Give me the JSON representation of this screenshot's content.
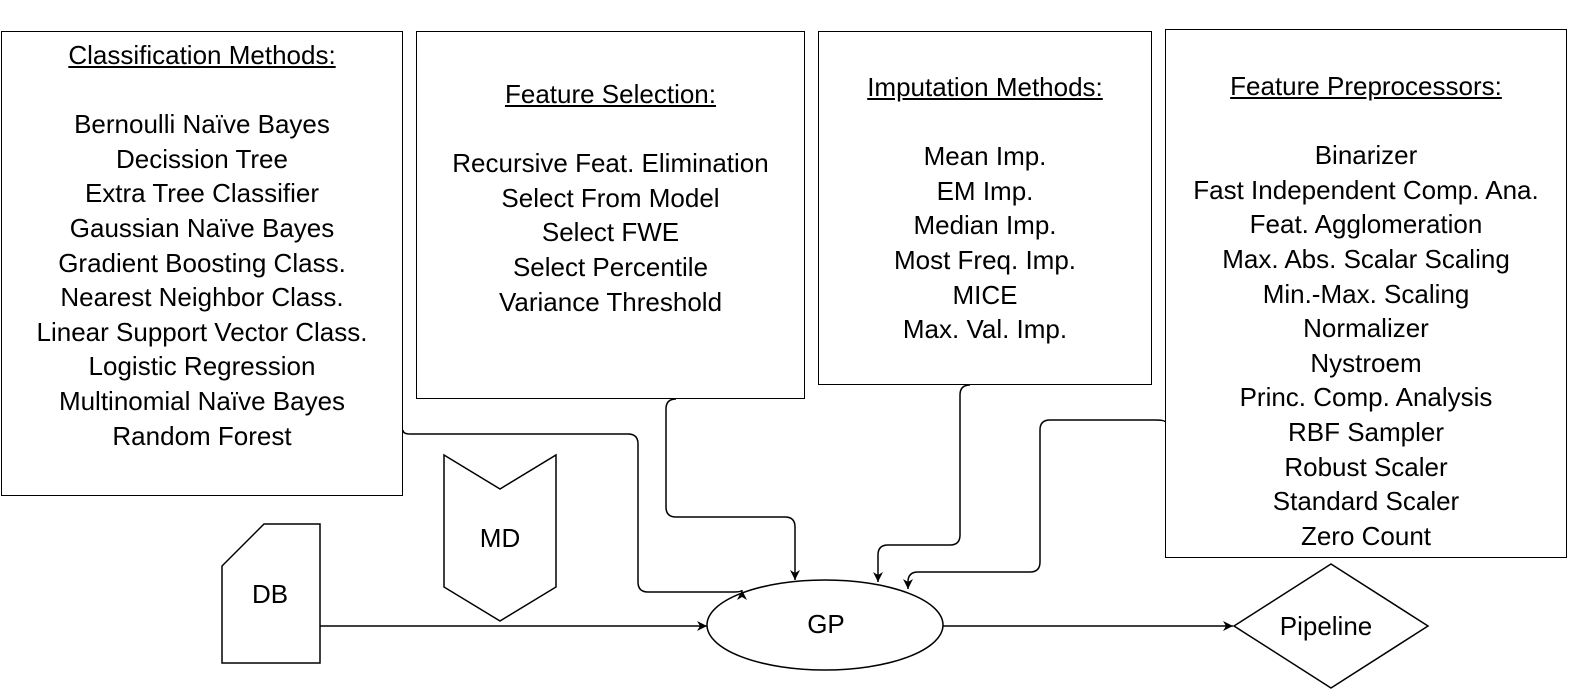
{
  "classification": {
    "header": "Classification Methods:",
    "items": [
      "Bernoulli Naïve Bayes",
      "Decission Tree",
      "Extra Tree Classifier",
      "Gaussian Naïve Bayes",
      "Gradient Boosting Class.",
      "Nearest Neighbor Class.",
      "Linear Support Vector Class.",
      "Logistic Regression",
      "Multinomial Naïve Bayes",
      "Random Forest"
    ]
  },
  "feature_selection": {
    "header": "Feature Selection:",
    "items": [
      "Recursive Feat. Elimination",
      "Select From Model",
      "Select FWE",
      "Select Percentile",
      "Variance Threshold"
    ]
  },
  "imputation": {
    "header": "Imputation Methods:",
    "items": [
      "Mean Imp.",
      "EM Imp.",
      "Median Imp.",
      "Most Freq. Imp.",
      "MICE",
      "Max. Val. Imp."
    ]
  },
  "preprocessors": {
    "header": "Feature Preprocessors:",
    "items": [
      "Binarizer",
      "Fast Independent Comp. Ana.",
      "Feat. Agglomeration",
      "Max. Abs. Scalar Scaling",
      "Min.-Max. Scaling",
      "Normalizer",
      "Nystroem",
      "Princ. Comp. Analysis",
      "RBF Sampler",
      "Robust Scaler",
      "Standard Scaler",
      "Zero Count"
    ]
  },
  "nodes": {
    "db": "DB",
    "md": "MD",
    "gp": "GP",
    "pipeline": "Pipeline"
  }
}
